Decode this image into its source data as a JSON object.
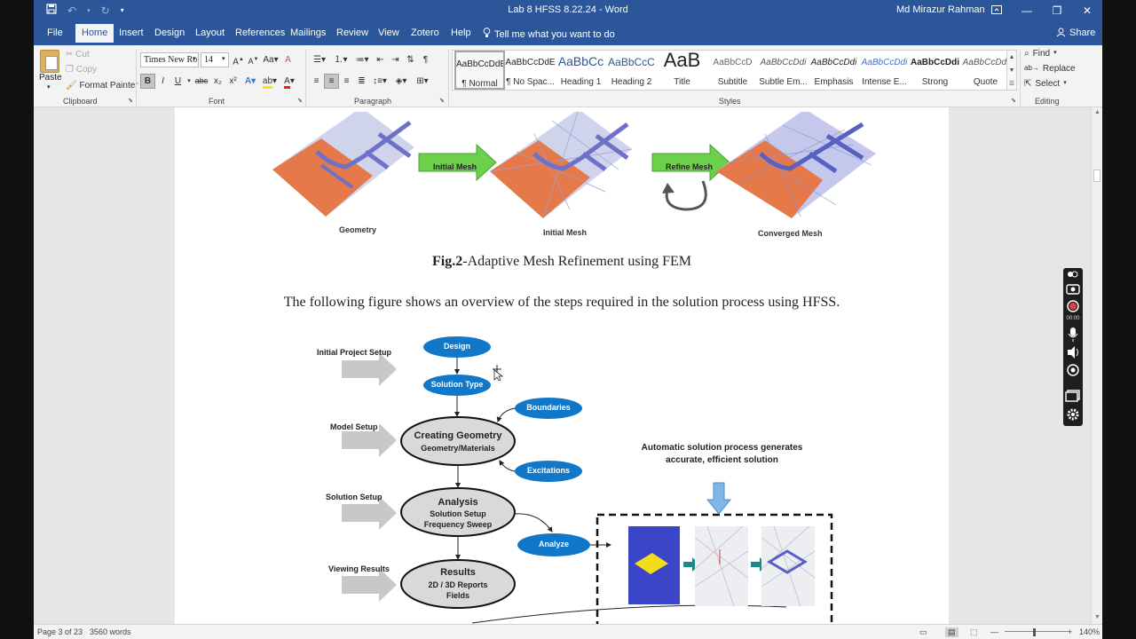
{
  "window": {
    "title": "Lab 8 HFSS 8.22.24  -  Word",
    "user": "Md Mirazur Rahman",
    "controls": [
      "ribbon-display-icon",
      "minimize-icon",
      "maximize-icon",
      "close-icon"
    ]
  },
  "quick_access": {
    "save": "save-icon",
    "undo": "undo-icon",
    "redo": "redo-icon",
    "customize": "customize-qat-icon"
  },
  "tabs": [
    {
      "label": "File"
    },
    {
      "label": "Home",
      "active": true
    },
    {
      "label": "Insert"
    },
    {
      "label": "Design"
    },
    {
      "label": "Layout"
    },
    {
      "label": "References"
    },
    {
      "label": "Mailings"
    },
    {
      "label": "Review"
    },
    {
      "label": "View"
    },
    {
      "label": "Zotero"
    },
    {
      "label": "Help"
    }
  ],
  "tell_me": "Tell me what you want to do",
  "share": "Share",
  "ribbon": {
    "clipboard": {
      "label": "Clipboard",
      "paste": "Paste",
      "cut": "Cut",
      "copy": "Copy",
      "format_painter": "Format Painter"
    },
    "font": {
      "label": "Font",
      "family": "Times New Ro",
      "size": "14",
      "buttons": [
        "B",
        "I",
        "U",
        "abc",
        "x₂",
        "x²"
      ]
    },
    "paragraph": {
      "label": "Paragraph"
    },
    "styles": {
      "label": "Styles",
      "items": [
        {
          "sample": "AaBbCcDdE",
          "name": "¶ Normal",
          "selected": true
        },
        {
          "sample": "AaBbCcDdE",
          "name": "¶ No Spac..."
        },
        {
          "sample": "AaBbCc",
          "name": "Heading 1"
        },
        {
          "sample": "AaBbCcC",
          "name": "Heading 2"
        },
        {
          "sample": "AaB",
          "name": "Title"
        },
        {
          "sample": "AaBbCcD",
          "name": "Subtitle"
        },
        {
          "sample": "AaBbCcDdi",
          "name": "Subtle Em..."
        },
        {
          "sample": "AaBbCcDdi",
          "name": "Emphasis"
        },
        {
          "sample": "AaBbCcDdi",
          "name": "Intense E..."
        },
        {
          "sample": "AaBbCcDdi",
          "name": "Strong"
        },
        {
          "sample": "AaBbCcDdi",
          "name": "Quote"
        }
      ]
    },
    "editing": {
      "label": "Editing",
      "find": "Find",
      "replace": "Replace",
      "select": "Select"
    }
  },
  "document": {
    "mesh_figure": {
      "geometry": "Geometry",
      "initial_mesh": "Initial Mesh",
      "converged_mesh": "Converged Mesh",
      "arrow_initial": "Initial Mesh",
      "arrow_refine": "Refine Mesh"
    },
    "caption_bold": "Fig.2",
    "caption_rest": "-Adaptive Mesh Refinement using FEM",
    "paragraph": "The following figure shows an overview of the steps required in the solution process using HFSS.",
    "flow": {
      "stage_initial": "Initial Project Setup",
      "stage_model": "Model Setup",
      "stage_solution": "Solution Setup",
      "stage_viewing": "Viewing Results",
      "design": "Design",
      "solution_type": "Solution Type",
      "boundaries": "Boundaries",
      "excitations": "Excitations",
      "analyze": "Analyze",
      "creating_geometry_title": "Creating Geometry",
      "creating_geometry_sub": "Geometry/Materials",
      "analysis_title": "Analysis",
      "analysis_sub1": "Solution Setup",
      "analysis_sub2": "Frequency Sweep",
      "results_title": "Results",
      "results_sub1": "2D / 3D Reports",
      "results_sub2": "Fields",
      "auto_line1": "Automatic solution process generates",
      "auto_line2": "accurate, efficient solution"
    }
  },
  "status": {
    "page": "Page 3 of 23",
    "words": "3560 words",
    "zoom": "140%"
  },
  "recorder": {
    "time": "00:00"
  },
  "colors": {
    "word_blue": "#2b579a",
    "pill_blue": "#1177c8",
    "mesh_orange": "#e6794a",
    "arrow_green": "#6cd04a"
  }
}
